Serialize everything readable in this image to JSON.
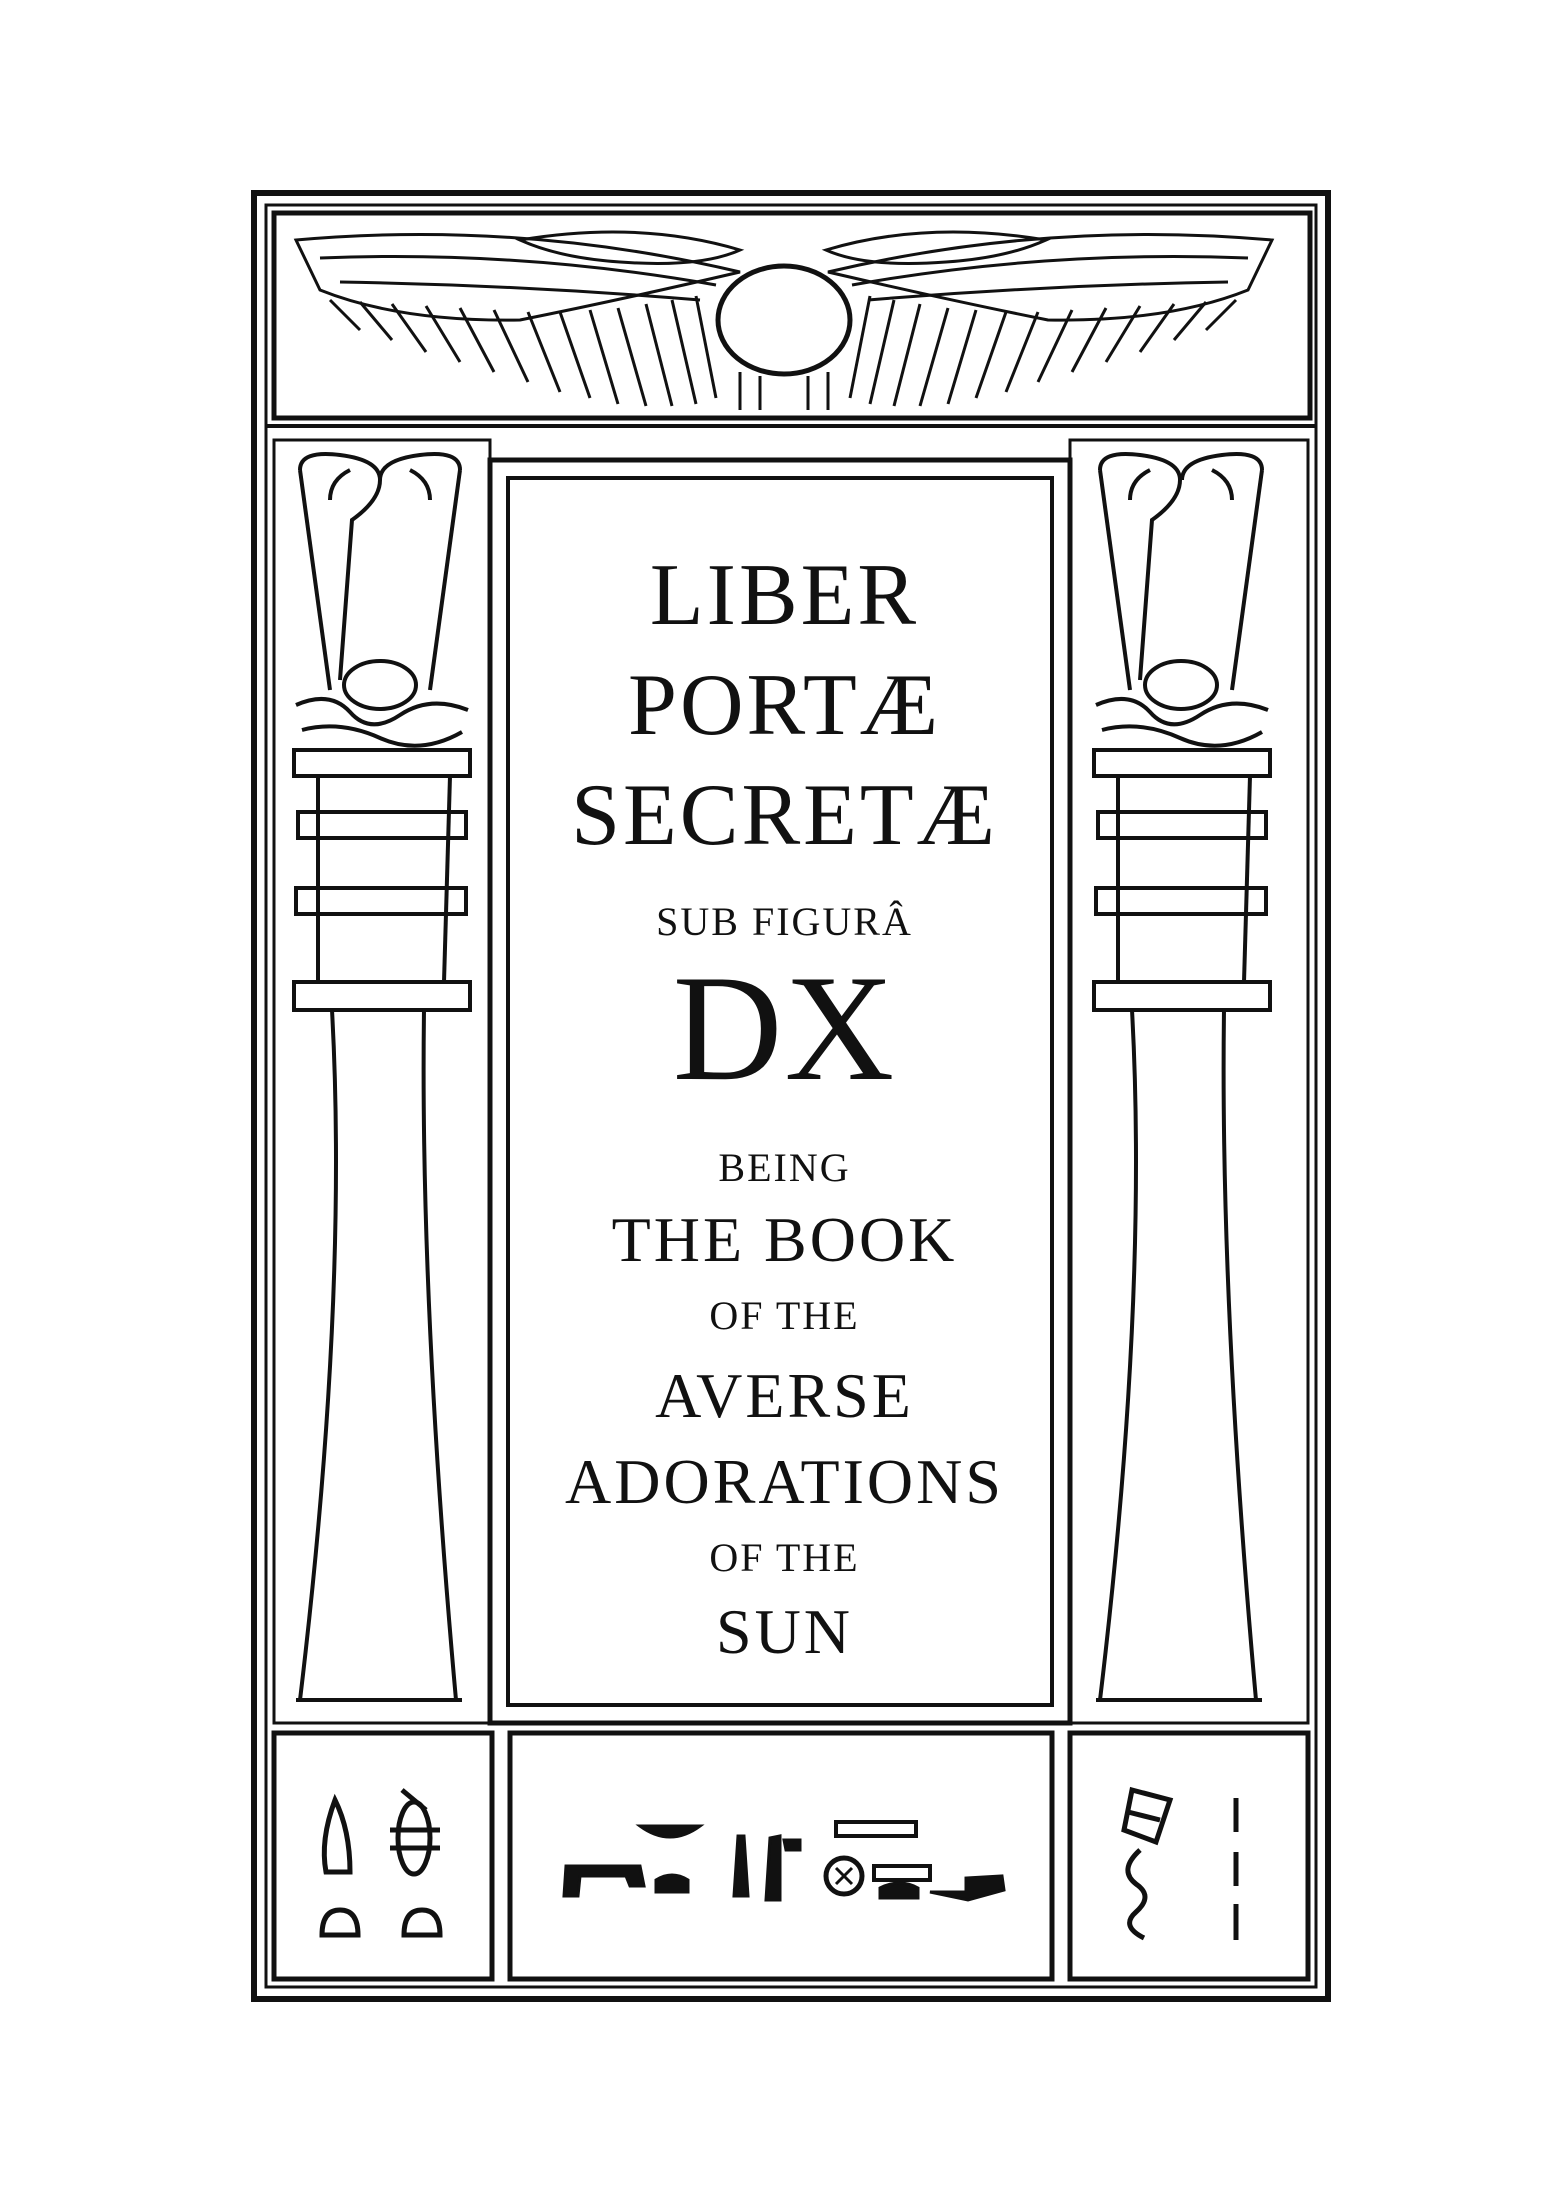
{
  "title_page": {
    "line1": "LIBER",
    "line2": "PORTÆ",
    "line3": "SECRETÆ",
    "line4": "SUB FIGURÂ",
    "line5": "DX",
    "line6": "BEING",
    "line7": "THE BOOK",
    "line8": "OF THE",
    "line9": "AVERSE",
    "line10": "ADORATIONS",
    "line11": "OF THE",
    "line12": "SUN"
  },
  "ornaments": {
    "top": "winged-sun-icon",
    "left_column": "papyrus-column-icon",
    "right_column": "papyrus-column-icon",
    "bottom_left": "hieroglyph-group-icon",
    "bottom_center": "hieroglyph-row-icon",
    "bottom_right": "hieroglyph-group-icon"
  },
  "colors": {
    "ink": "#111111",
    "paper": "#ffffff"
  }
}
